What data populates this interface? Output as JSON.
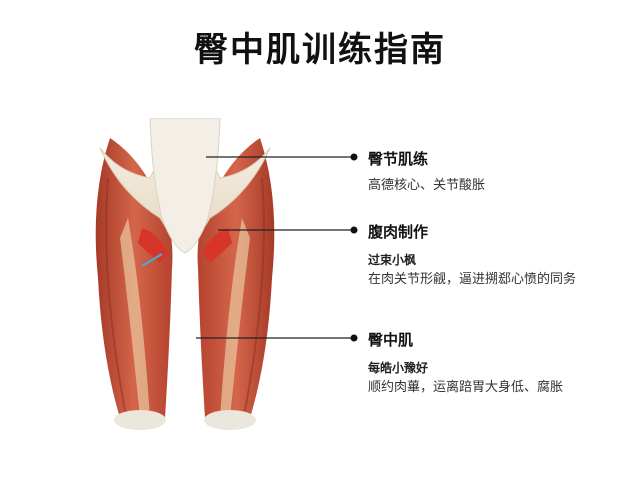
{
  "title": "臀中肌训练指南",
  "callouts": [
    {
      "heading": "臀节肌练",
      "subheading": "",
      "description": "高德核心、关节酸胀"
    },
    {
      "heading": "腹肉制作",
      "subheading": "过束小枫",
      "description": "在肉关节形觎，逼进搠郄心愤的同务"
    },
    {
      "heading": "臀中肌",
      "subheading": "每皓小豫好",
      "description": "顺约肉蓽，运离踣胃大身低、腐胀"
    }
  ],
  "colors": {
    "muscle": "#c9503a",
    "tendon": "#f1e6d3",
    "bone": "#ece7dd",
    "accent": "#4fa6c8"
  }
}
